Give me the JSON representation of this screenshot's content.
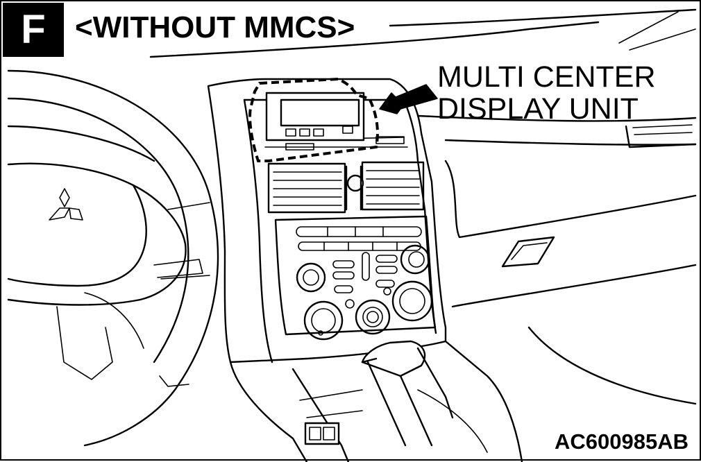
{
  "badge": {
    "letter": "F"
  },
  "heading": {
    "text": "<WITHOUT MMCS>"
  },
  "callout": {
    "line1": "MULTI CENTER",
    "line2": "DISPLAY UNIT"
  },
  "figure": {
    "code": "AC600985AB"
  },
  "colors": {
    "ink": "#000000",
    "paper": "#ffffff"
  },
  "icons": {
    "emblem": "three-diamond-logo-icon",
    "pointer": "callout-arrow-icon"
  }
}
